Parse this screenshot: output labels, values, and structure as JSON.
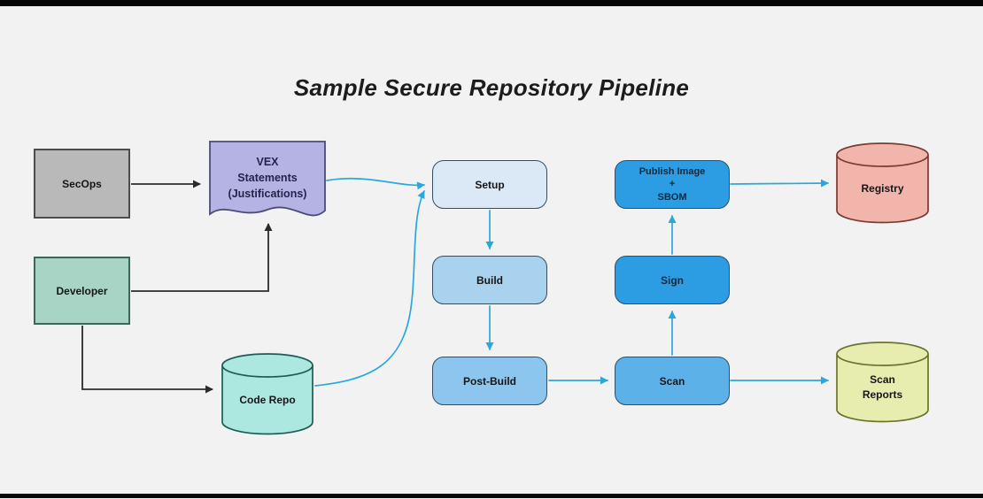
{
  "title": "Sample Secure Repository Pipeline",
  "colors": {
    "background": "#f2f2f2",
    "arrow_blue": "#29a8e0",
    "arrow_black": "#2b2b2b",
    "secops_fill": "#b9b9b9",
    "developer_fill": "#a7d4c5",
    "vex_fill": "#b5b3e4",
    "code_repo_fill": "#ace7e0",
    "setup_fill": "#dbe9f6",
    "build_fill": "#a9d2ef",
    "post_build_fill": "#8cc6ee",
    "scan_fill": "#5cb1e8",
    "sign_fill": "#2c9de2",
    "publish_fill": "#2c9de2",
    "registry_fill": "#f2b5ac",
    "scan_reports_fill": "#e7edaf"
  },
  "nodes": {
    "secops": {
      "label": "SecOps",
      "shape": "rectangle"
    },
    "developer": {
      "label": "Developer",
      "shape": "rectangle"
    },
    "vex": {
      "lines": [
        "VEX",
        "Statements",
        "(Justifications)"
      ],
      "shape": "document"
    },
    "code_repo": {
      "label": "Code Repo",
      "shape": "cylinder"
    },
    "setup": {
      "label": "Setup",
      "shape": "rounded-rectangle"
    },
    "build": {
      "label": "Build",
      "shape": "rounded-rectangle"
    },
    "post_build": {
      "label": "Post-Build",
      "shape": "rounded-rectangle"
    },
    "scan": {
      "label": "Scan",
      "shape": "rounded-rectangle"
    },
    "sign": {
      "label": "Sign",
      "shape": "rounded-rectangle"
    },
    "publish": {
      "lines": [
        "Publish Image",
        "+",
        "SBOM"
      ],
      "shape": "rounded-rectangle"
    },
    "registry": {
      "label": "Registry",
      "shape": "cylinder"
    },
    "scan_reports": {
      "lines": [
        "Scan",
        "Reports"
      ],
      "shape": "cylinder"
    }
  },
  "edges": [
    {
      "from": "SecOps",
      "to": "VEX Statements (Justifications)",
      "color": "black"
    },
    {
      "from": "Developer",
      "to": "VEX Statements (Justifications)",
      "color": "black"
    },
    {
      "from": "Developer",
      "to": "Code Repo",
      "color": "black"
    },
    {
      "from": "VEX Statements (Justifications)",
      "to": "Setup",
      "color": "blue"
    },
    {
      "from": "Code Repo",
      "to": "Setup",
      "color": "blue"
    },
    {
      "from": "Setup",
      "to": "Build",
      "color": "blue"
    },
    {
      "from": "Build",
      "to": "Post-Build",
      "color": "blue"
    },
    {
      "from": "Post-Build",
      "to": "Scan",
      "color": "blue"
    },
    {
      "from": "Scan",
      "to": "Sign",
      "color": "blue"
    },
    {
      "from": "Sign",
      "to": "Publish Image + SBOM",
      "color": "blue"
    },
    {
      "from": "Publish Image + SBOM",
      "to": "Registry",
      "color": "blue"
    },
    {
      "from": "Scan",
      "to": "Scan Reports",
      "color": "blue"
    }
  ]
}
